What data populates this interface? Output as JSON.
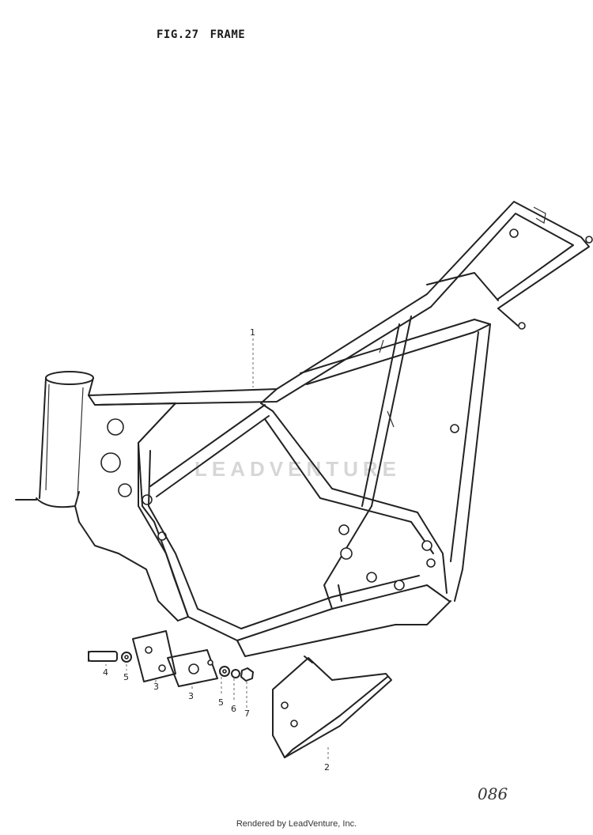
{
  "figure": {
    "number": "FIG.27",
    "name": "FRAME"
  },
  "callouts": [
    "1",
    "2",
    "3",
    "3",
    "4",
    "5",
    "5",
    "6",
    "7"
  ],
  "watermark": "LEADVENTURE",
  "page_code": "086",
  "footer": "Rendered by LeadVenture, Inc."
}
